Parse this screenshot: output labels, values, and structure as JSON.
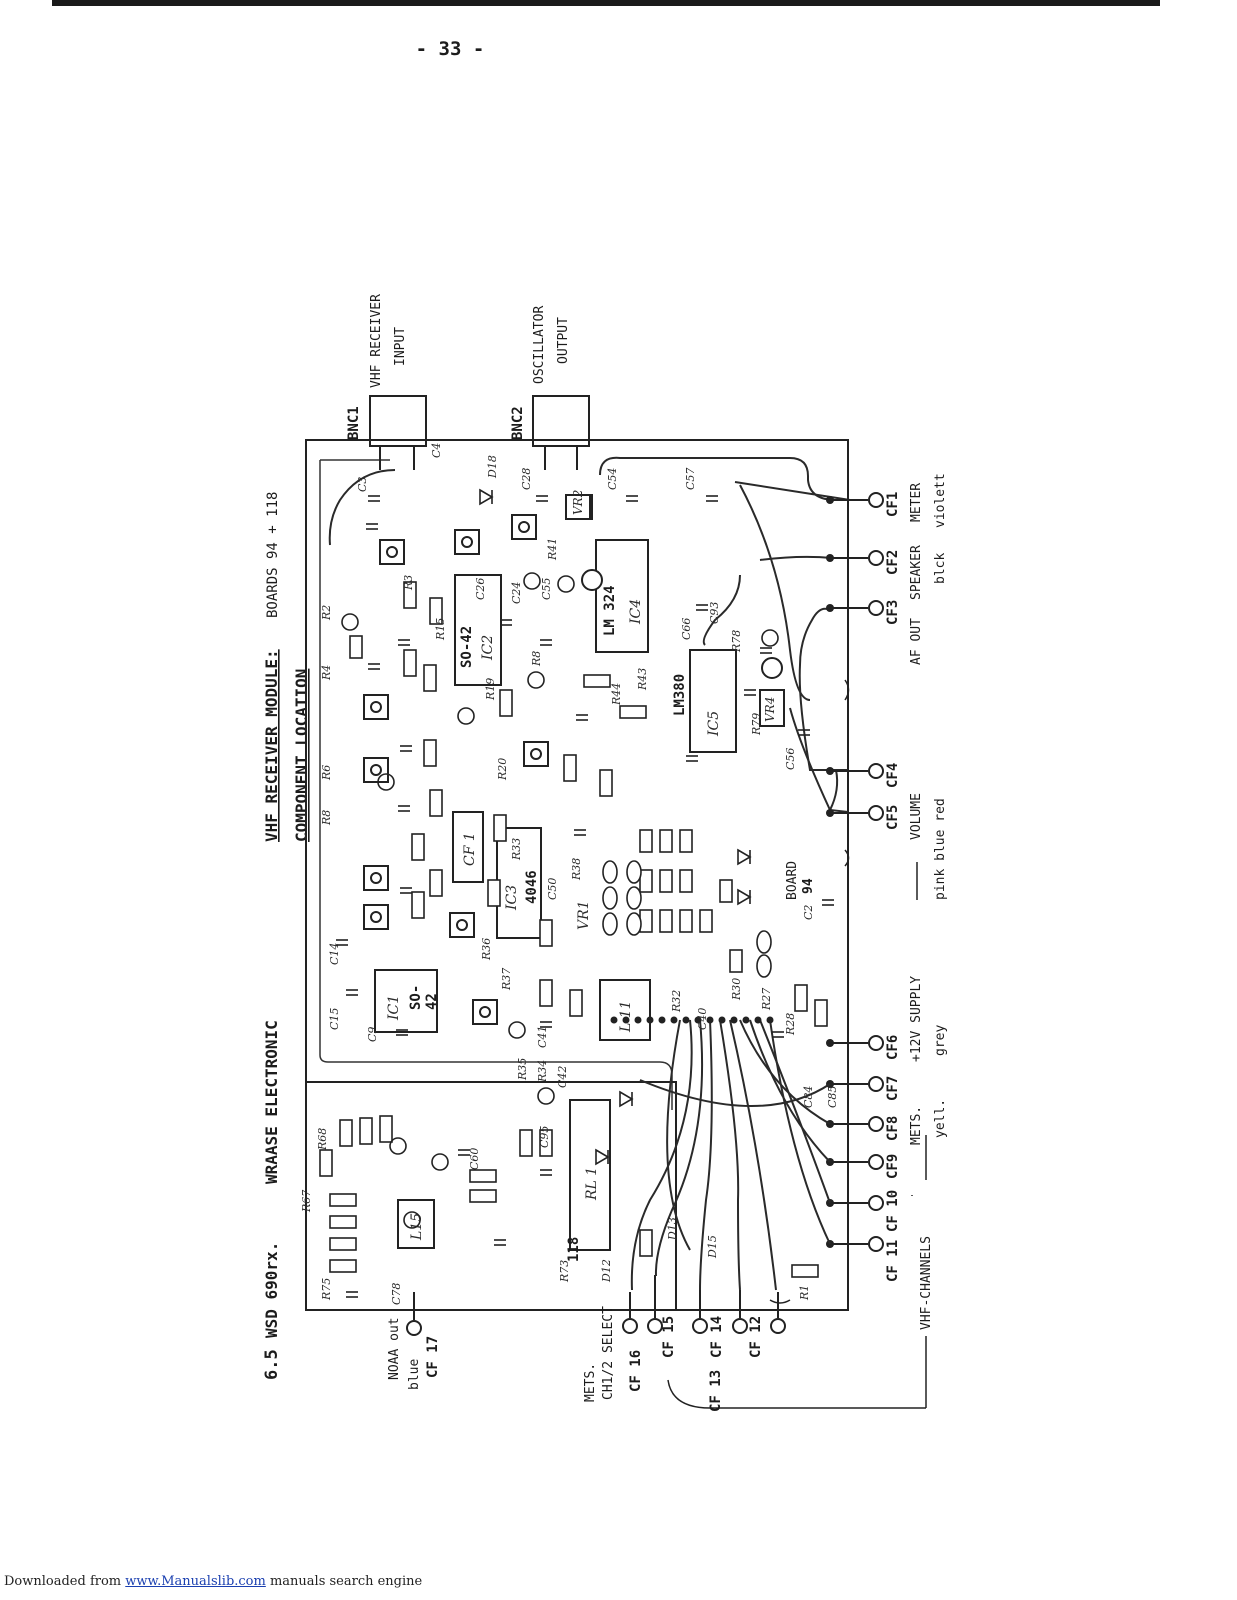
{
  "page_number": "- 33 -",
  "heading": {
    "section": "6.5",
    "model": "WSD 690rx.",
    "maker": "WRAASE ELECTRONIC",
    "module_title": "VHF RECEIVER MODULE:",
    "boards": "BOARDS 94 + 118",
    "subtitle": "COMPONENT LOCATION"
  },
  "connectors_top": {
    "bnc1": "BNC1",
    "bnc1_label_line1": "VHF RECEIVER",
    "bnc1_label_line2": "INPUT",
    "bnc2": "BNC2",
    "bnc2_label_line1": "OSCILLATOR",
    "bnc2_label_line2": "OUTPUT"
  },
  "terminals": {
    "cf1": "CF1",
    "cf2": "CF2",
    "cf3": "CF3",
    "cf4": "CF4",
    "cf5": "CF5",
    "cf6": "CF6",
    "cf7": "CF7",
    "cf8": "CF8",
    "cf9": "CF9",
    "cf10": "CF 10",
    "cf11": "CF 11",
    "cf12": "CF 12",
    "cf13": "CF 13",
    "cf14": "CF 14",
    "cf15": "CF 15",
    "cf16": "CF 16",
    "cf17": "CF 17"
  },
  "wire_labels": {
    "meter": "METER",
    "violett": "violett",
    "speaker": "SPEAKER",
    "blck": "blck",
    "af_out": "AF OUT",
    "volume": "VOLUME",
    "pink_blue_red": "pink blue  red",
    "supply": "+12V SUPPLY",
    "grey": "grey",
    "mets": "METS.",
    "yell": "yell.",
    "vhf_channels": "VHF-CHANNELS",
    "noaa_out": "NOAA out",
    "blue": "blue",
    "mets_select_line1": "METS.",
    "mets_select_line2": "CH1/2 SELECT"
  },
  "board_labels": {
    "board": "BOARD",
    "board_num": "94",
    "board_118": "118"
  },
  "ic_labels": {
    "ic1": "IC1",
    "ic1_type_a": "SO-",
    "ic1_type_b": "42",
    "ic2": "IC2",
    "ic2_type": "SO-42",
    "ic3": "IC3",
    "ic3_type": "4046",
    "ic4": "IC4",
    "ic4_type": "LM 324",
    "ic5": "IC5",
    "ic5_type": "LM380",
    "cf1_filter": "CF 1",
    "rl1": "RL 1",
    "l11": "L 11",
    "l15": "L15",
    "vr1": "VR1"
  },
  "footer": {
    "prefix": "Downloaded from ",
    "link": "www.Manualslib.com",
    "suffix": " manuals search engine"
  }
}
